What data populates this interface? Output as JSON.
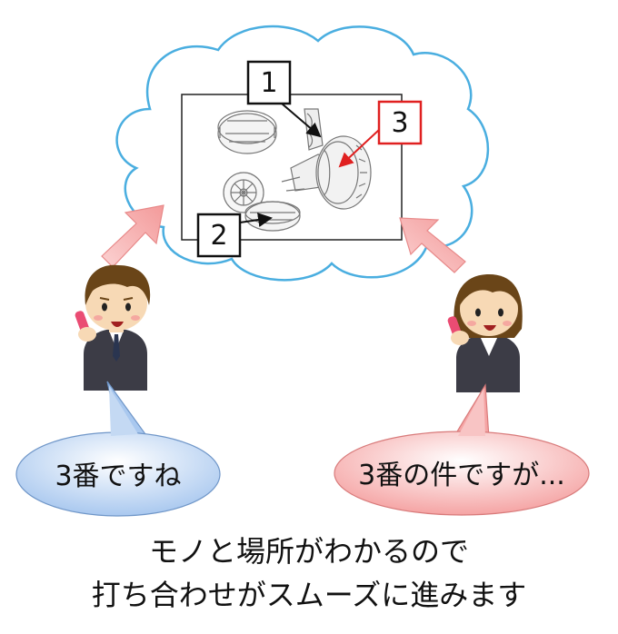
{
  "labels": {
    "marker1": "1",
    "marker2": "2",
    "marker3": "3"
  },
  "bubbles": {
    "left": "3番ですね",
    "right": "3番の件ですが..."
  },
  "caption": {
    "line1": "モノと場所がわかるので",
    "line2": "打ち合わせがスムーズに進みます"
  },
  "colors": {
    "cloud_stroke": "#4aaee0",
    "arrow_fill": "#f7a6a6",
    "bubble_left": "#a9c8ef",
    "bubble_right": "#f5a4a4",
    "marker3_border": "#e02020",
    "suit": "#3c3c46",
    "hair": "#6a4518",
    "phone": "#ea4c73"
  }
}
